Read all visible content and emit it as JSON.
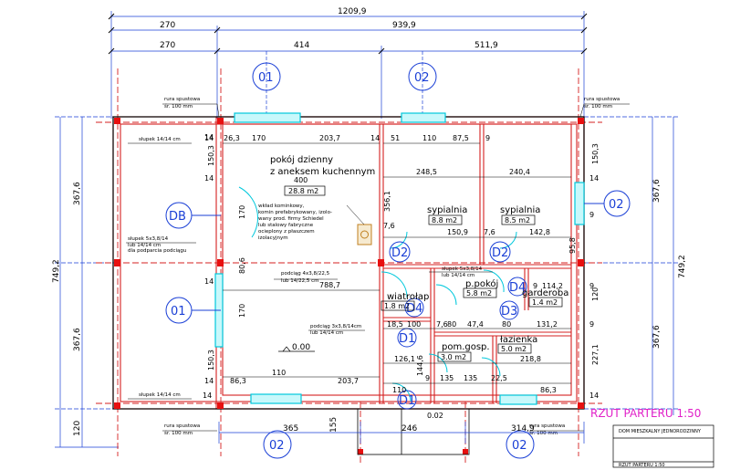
{
  "dimensions": {
    "overall_width": "1209,9",
    "top_row2": [
      "270",
      "939,9"
    ],
    "top_row3": [
      "270",
      "414",
      "511,9"
    ],
    "right_total": "749,2",
    "right_parts": [
      "367,6",
      "367,6"
    ],
    "left_total": "749,2",
    "left_parts": [
      "367,6",
      "367,6",
      "120"
    ],
    "bottom": [
      "365",
      "246",
      "314,9"
    ],
    "bottom_small": [
      "155",
      "0.02"
    ]
  },
  "axes": {
    "top": [
      "01",
      "02"
    ],
    "left": [
      "DB",
      "01"
    ],
    "right": "02",
    "bottom": [
      "02",
      "02"
    ]
  },
  "rooms": [
    {
      "name": "pokój dzienny",
      "name2": "z aneksem kuchennym",
      "area": "28.8 m2"
    },
    {
      "name": "sypialnia",
      "area": "8.8 m2"
    },
    {
      "name": "sypialnia",
      "area": "8.5 m2"
    },
    {
      "name": "p.pokój",
      "area": "5.8 m2"
    },
    {
      "name": "garderoba",
      "area": "1.4 m2"
    },
    {
      "name": "wiatrołap",
      "area": "1.8 m2"
    },
    {
      "name": "pom.gosp.",
      "area": "3.0 m2"
    },
    {
      "name": "łazienka",
      "area": "5.0 m2"
    }
  ],
  "doors": [
    "D2",
    "D2",
    "D4",
    "D4",
    "D3",
    "D1",
    "D1"
  ],
  "notes": {
    "downpipe_line1": "rura spustowa",
    "downpipe_line2": "śr. 100 mm",
    "post_top": "słupek 14/14 cm",
    "post_bottom": "słupek 14/14 cm",
    "post_left1": "słupek 5x3,8/14",
    "post_left2": "lub 14/14 cm",
    "post_left3": "dla podparcia podciągu",
    "post_right1": "słupek 5x3,8/14",
    "post_right2": "lub 14/14 cm",
    "beam1_line1": "podciąg 4x3,8/22,5",
    "beam1_line2": "lub 14/22,5 cm",
    "beam2_line1": "podciąg 3x3,8/14cm",
    "beam2_line2": "lub 14/14 cm",
    "chimney": [
      "wkład kominkowy,",
      "komin prefabrykowany, izolo-",
      "wany prod. firmy Schiedel",
      "lub stalowy fabryczne",
      "ocieplony z płaszczem",
      "izolacyjnym"
    ],
    "level": "0.00"
  },
  "inner_dims": {
    "top_row": [
      "14",
      "26,3",
      "170",
      "203,7",
      "14",
      "51",
      "110",
      "87,5",
      "9"
    ],
    "living_width": "400",
    "bed_widths": [
      "248,5",
      "240,4"
    ],
    "mid_values": [
      "356,1",
      "150,9",
      "142,8",
      "788,7",
      "7,6",
      "7,6",
      "95,8"
    ],
    "left_column": [
      "14",
      "150,3",
      "14",
      "170",
      "80,6",
      "14",
      "150,3",
      "14"
    ],
    "center_values": [
      "18,5",
      "100",
      "7,6",
      "80",
      "47,4",
      "80",
      "131,2",
      "126,1",
      "144,6",
      "218,8",
      "135",
      "9",
      "135",
      "22,5",
      "110",
      "114,2",
      "9",
      "9",
      "120",
      "9",
      "227,1",
      "14"
    ],
    "bottom_row": [
      "86,3",
      "110",
      "203,7",
      "86,3",
      "14"
    ]
  },
  "title": "RZUT PARTERU 1:50",
  "title_block": {
    "line1": "DOM MIESZKALNY JEDNORODZINNY",
    "line2": "RZUT PARTERU 1:50"
  },
  "colors": {
    "wall": "#d42020",
    "grid": "#1a3fd6",
    "text": "#000000",
    "window": "#00d8e6",
    "title": "#e020c8"
  }
}
